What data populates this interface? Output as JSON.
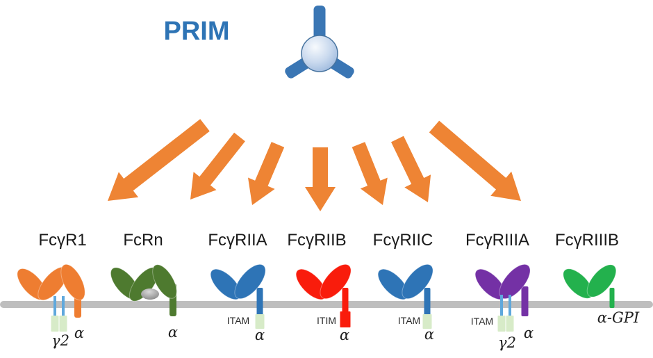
{
  "title": {
    "label": "PRIM",
    "color": "#2E74B5"
  },
  "molecule": {
    "arm_color": "#3A76B4",
    "sphere_edge": "#46739F"
  },
  "arrow_fan": {
    "color": "#EE8434",
    "count": 7
  },
  "membrane": {
    "color": "#BEBEBE"
  },
  "motifs": {
    "itam_fill": "#D7EBC8",
    "itam_edge": "#AFCf9B",
    "itim_fill": "#F91C0C",
    "gamma_line_color": "#5FA8DC"
  },
  "receptors": [
    {
      "name": "FcγR1",
      "color": "#EE7D31",
      "alpha": "α",
      "gamma": "γ2"
    },
    {
      "name": "FcRn",
      "color": "#4E7A2F",
      "alpha": "α"
    },
    {
      "name": "FcγRIIA",
      "color": "#2E74B6",
      "motif": "ITAM",
      "alpha": "α"
    },
    {
      "name": "FcγRIIB",
      "color": "#F91C0C",
      "motif": "ITIM",
      "alpha": "α"
    },
    {
      "name": "FcγRIIC",
      "color": "#2E74B6",
      "motif": "ITAM",
      "alpha": "α"
    },
    {
      "name": "FcγRIIIA",
      "color": "#7431A5",
      "motif": "ITAM",
      "alpha": "α",
      "gamma": "γ2"
    },
    {
      "name": "FcγRIIIB",
      "color": "#23B14D",
      "anchor": "α-GPI"
    }
  ]
}
